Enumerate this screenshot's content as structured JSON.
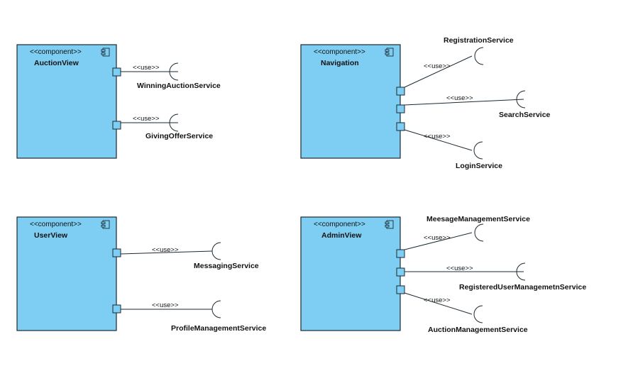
{
  "stereotype": "<<component>>",
  "use_label": "<<use>>",
  "components": [
    {
      "name": "AuctionView",
      "interfaces": [
        "WinningAuctionService",
        "GivingOfferService"
      ]
    },
    {
      "name": "Navigation",
      "interfaces": [
        "RegistrationService",
        "SearchService",
        "LoginService"
      ]
    },
    {
      "name": "UserView",
      "interfaces": [
        "MessagingService",
        "ProfileManagementService"
      ]
    },
    {
      "name": "AdminView",
      "interfaces": [
        "MeesageManagementService",
        "RegisteredUserManagemetnService",
        "AuctionManagementService"
      ]
    }
  ]
}
